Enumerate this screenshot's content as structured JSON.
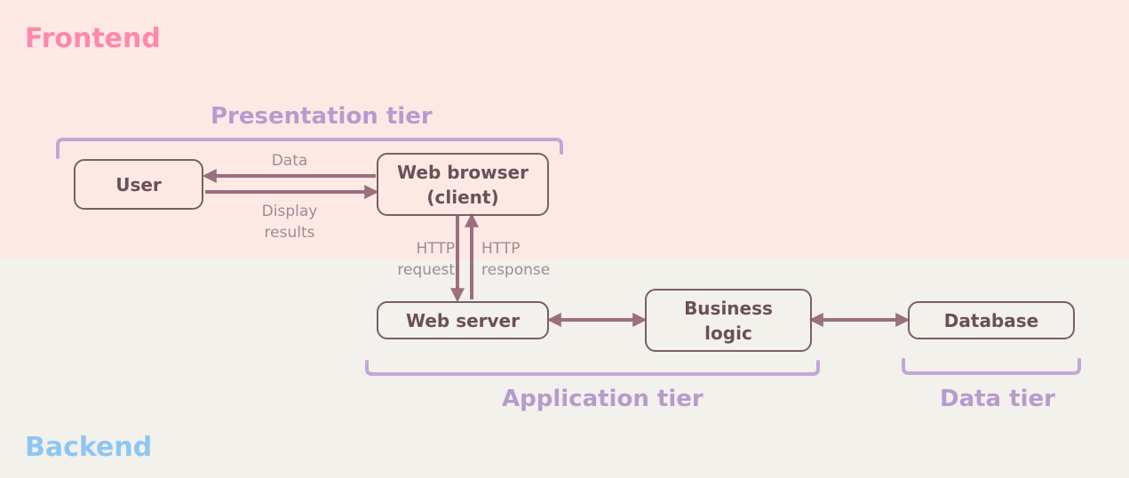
{
  "colors": {
    "frontend_label": "#ff88ac",
    "backend_label": "#8ec6f2",
    "tier_label": "#b89bcd",
    "arrow": "#9b6f7e"
  },
  "regions": {
    "frontend": "Frontend",
    "backend": "Backend"
  },
  "tiers": {
    "presentation": "Presentation tier",
    "application": "Application tier",
    "data": "Data tier"
  },
  "nodes": {
    "user": "User",
    "browser": "Web browser\n(client)",
    "webserver": "Web server",
    "business": "Business\nlogic",
    "database": "Database"
  },
  "edges": {
    "data": "Data",
    "display_results": "Display\nresults",
    "http_request": "HTTP\nrequest",
    "http_response": "HTTP\nresponse"
  }
}
